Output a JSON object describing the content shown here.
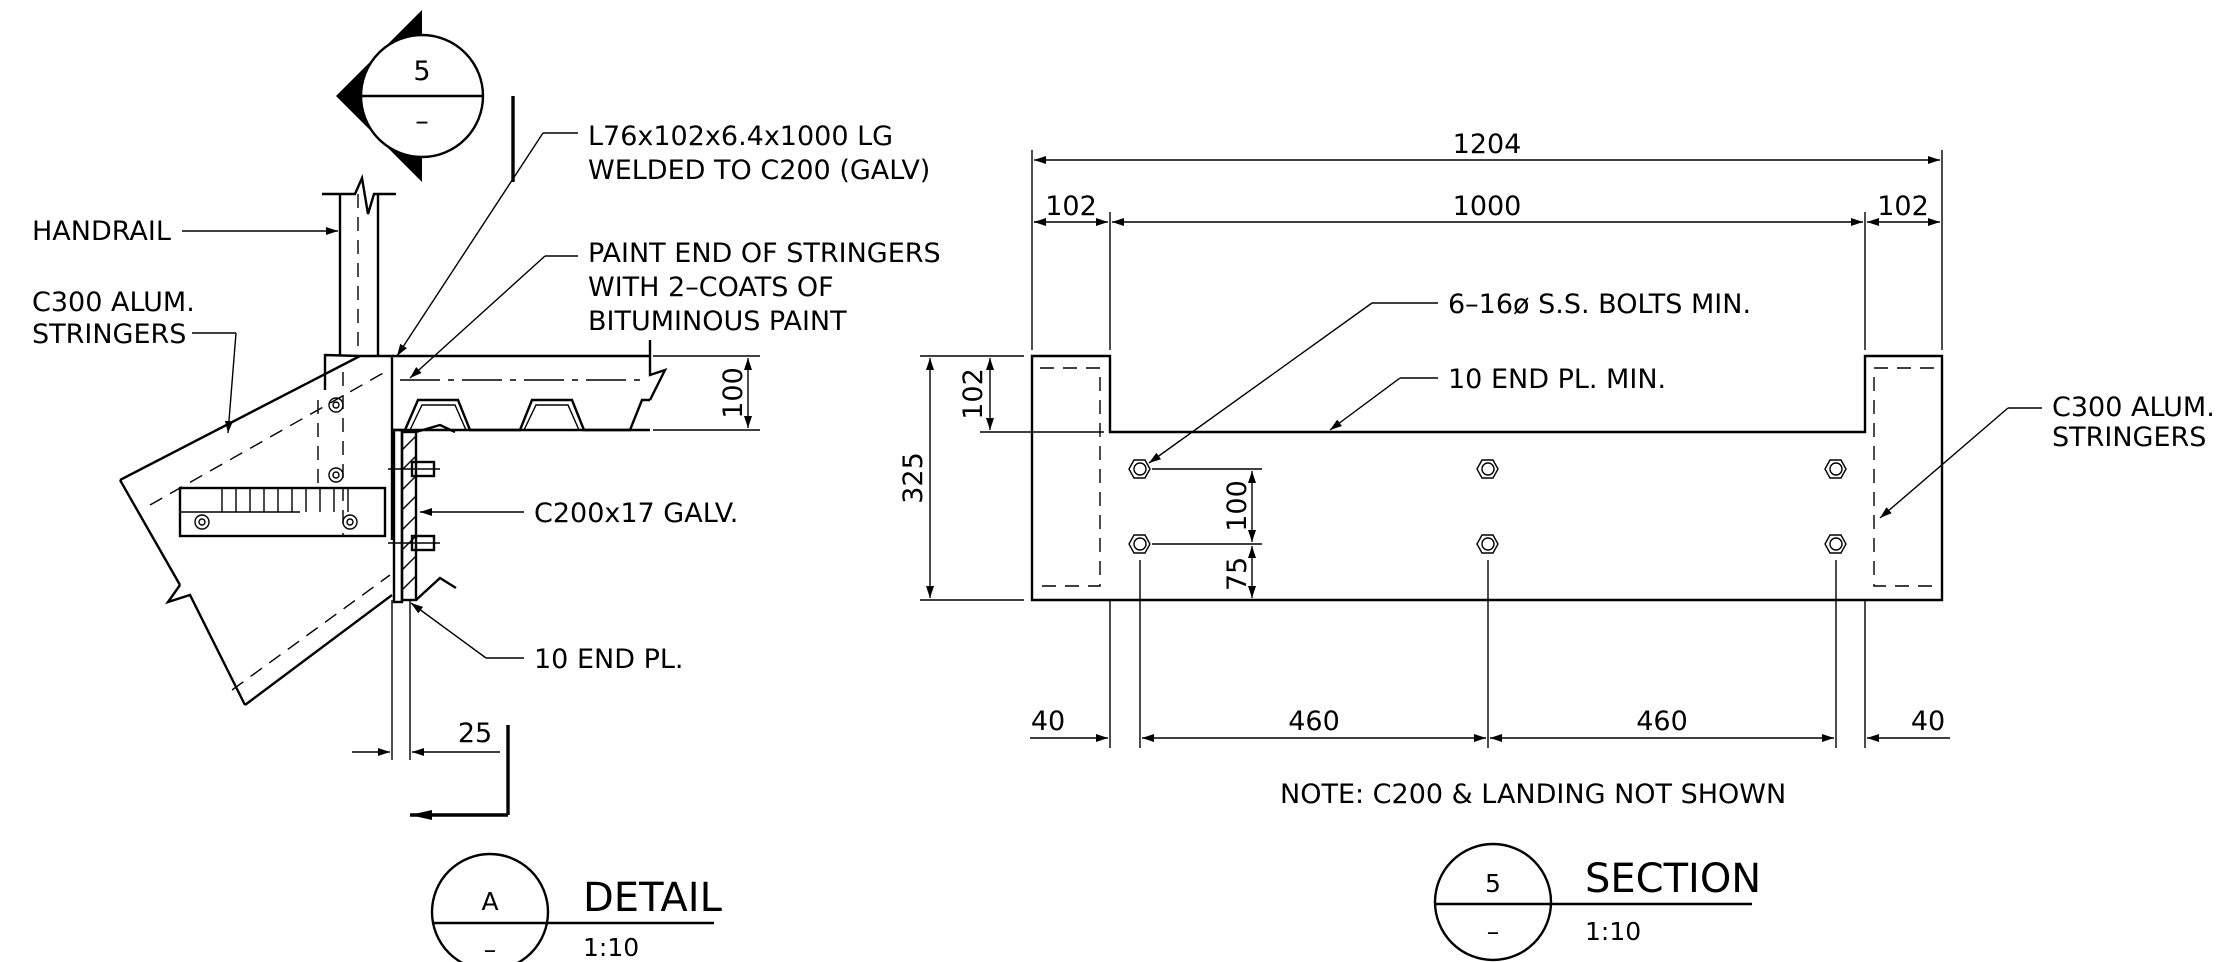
{
  "detail": {
    "callout": {
      "number": "5",
      "sheet": "–"
    },
    "labels": {
      "angle": [
        "L76x102x6.4x1000 LG",
        "WELDED TO C200 (GALV)"
      ],
      "paint": [
        "PAINT END OF STRINGERS",
        "WITH 2–COATS OF",
        "BITUMINOUS PAINT"
      ],
      "handrail": "HANDRAIL",
      "stringers": [
        "C300 ALUM.",
        "STRINGERS"
      ],
      "channel": "C200x17 GALV.",
      "end_plate": "10 END PL."
    },
    "dims": {
      "d100": "100",
      "d25": "25"
    },
    "title": {
      "letter": "A",
      "sheet": "–",
      "name": "DETAIL",
      "scale": "1:10"
    }
  },
  "section": {
    "dims": {
      "overall": "1204",
      "left_stringer": "102",
      "clear": "1000",
      "right_stringer": "102",
      "height": "325",
      "notch": "102",
      "bolt_pitch": "100",
      "bolt_edge": "75",
      "edge_left": "40",
      "spacing_1": "460",
      "spacing_2": "460",
      "edge_right": "40"
    },
    "labels": {
      "bolts": "6–16ø S.S. BOLTS MIN.",
      "plate": "10 END PL. MIN.",
      "stringers": [
        "C300 ALUM.",
        "STRINGERS"
      ]
    },
    "note": "NOTE: C200 & LANDING NOT SHOWN",
    "title": {
      "number": "5",
      "sheet": "–",
      "name": "SECTION",
      "scale": "1:10"
    }
  }
}
